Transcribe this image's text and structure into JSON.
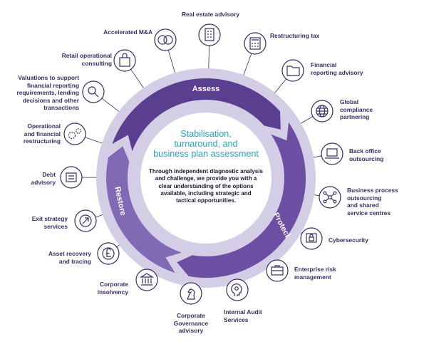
{
  "center": {
    "title_lines": [
      "Stabilisation,",
      "turnaround, and",
      "business plan assessment"
    ],
    "body_lines": [
      "Through independent diagnostic analysis",
      "and challenge, we provide you with a",
      "clear understanding of the options",
      "available, including strategic and",
      "tactical opportunities."
    ]
  },
  "phases": {
    "assess": "Assess",
    "protect": "Protect",
    "restore": "Restore"
  },
  "services": {
    "real_estate": [
      "Real estate advisory"
    ],
    "accelerated_ma": [
      "Accelerated M&A"
    ],
    "restructuring_tax": [
      "Restructuring tax"
    ],
    "retail": [
      "Retail operational",
      "consulting"
    ],
    "financial_reporting": [
      "Financial",
      "reporting advisory"
    ],
    "valuations": [
      "Valuations to support",
      "financial reporting",
      "requirements, lending",
      "decisions and other",
      "transactions"
    ],
    "global_compliance": [
      "Global",
      "compliance",
      "partnering"
    ],
    "operational": [
      "Operational",
      "and financial",
      "restructuring"
    ],
    "back_office": [
      "Back office",
      "outsourcing"
    ],
    "debt": [
      "Debt",
      "advisory"
    ],
    "bpo": [
      "Business process",
      "outsourcing",
      "and shared",
      "service centres"
    ],
    "exit": [
      "Exit strategy",
      "services"
    ],
    "cyber": [
      "Cybersecurity"
    ],
    "asset_recovery": [
      "Asset recovery",
      "and tracing"
    ],
    "erm": [
      "Enterprise risk",
      "management"
    ],
    "insolvency": [
      "Corporate",
      "insolvency"
    ],
    "internal_audit": [
      "Internal Audit",
      "Services"
    ],
    "governance": [
      "Corporate",
      "Governance",
      "advisory"
    ]
  },
  "icons": {
    "real_estate": "building-icon",
    "accelerated_ma": "venn-circles-icon",
    "restructuring_tax": "calculator-icon",
    "retail": "shopping-bag-icon",
    "financial_reporting": "folder-icon",
    "valuations": "magnifier-icon",
    "global_compliance": "globe-icon",
    "operational": "gears-icon",
    "back_office": "laptop-icon",
    "debt": "document-icon",
    "bpo": "network-icon",
    "exit": "arrow-out-icon",
    "cyber": "lock-screen-icon",
    "asset_recovery": "pound-coin-icon",
    "erm": "briefcase-icon",
    "insolvency": "bank-icon",
    "internal_audit": "head-gear-icon",
    "governance": "chess-knight-icon"
  },
  "colors": {
    "outer_ring": "#d3cde6",
    "assess_arrow": "#5a3e8f",
    "protect_arrow": "#6c4fa2",
    "restore_arrow": "#8269b3",
    "icon_stroke": "#3b2b66",
    "title": "#21a7c4"
  }
}
